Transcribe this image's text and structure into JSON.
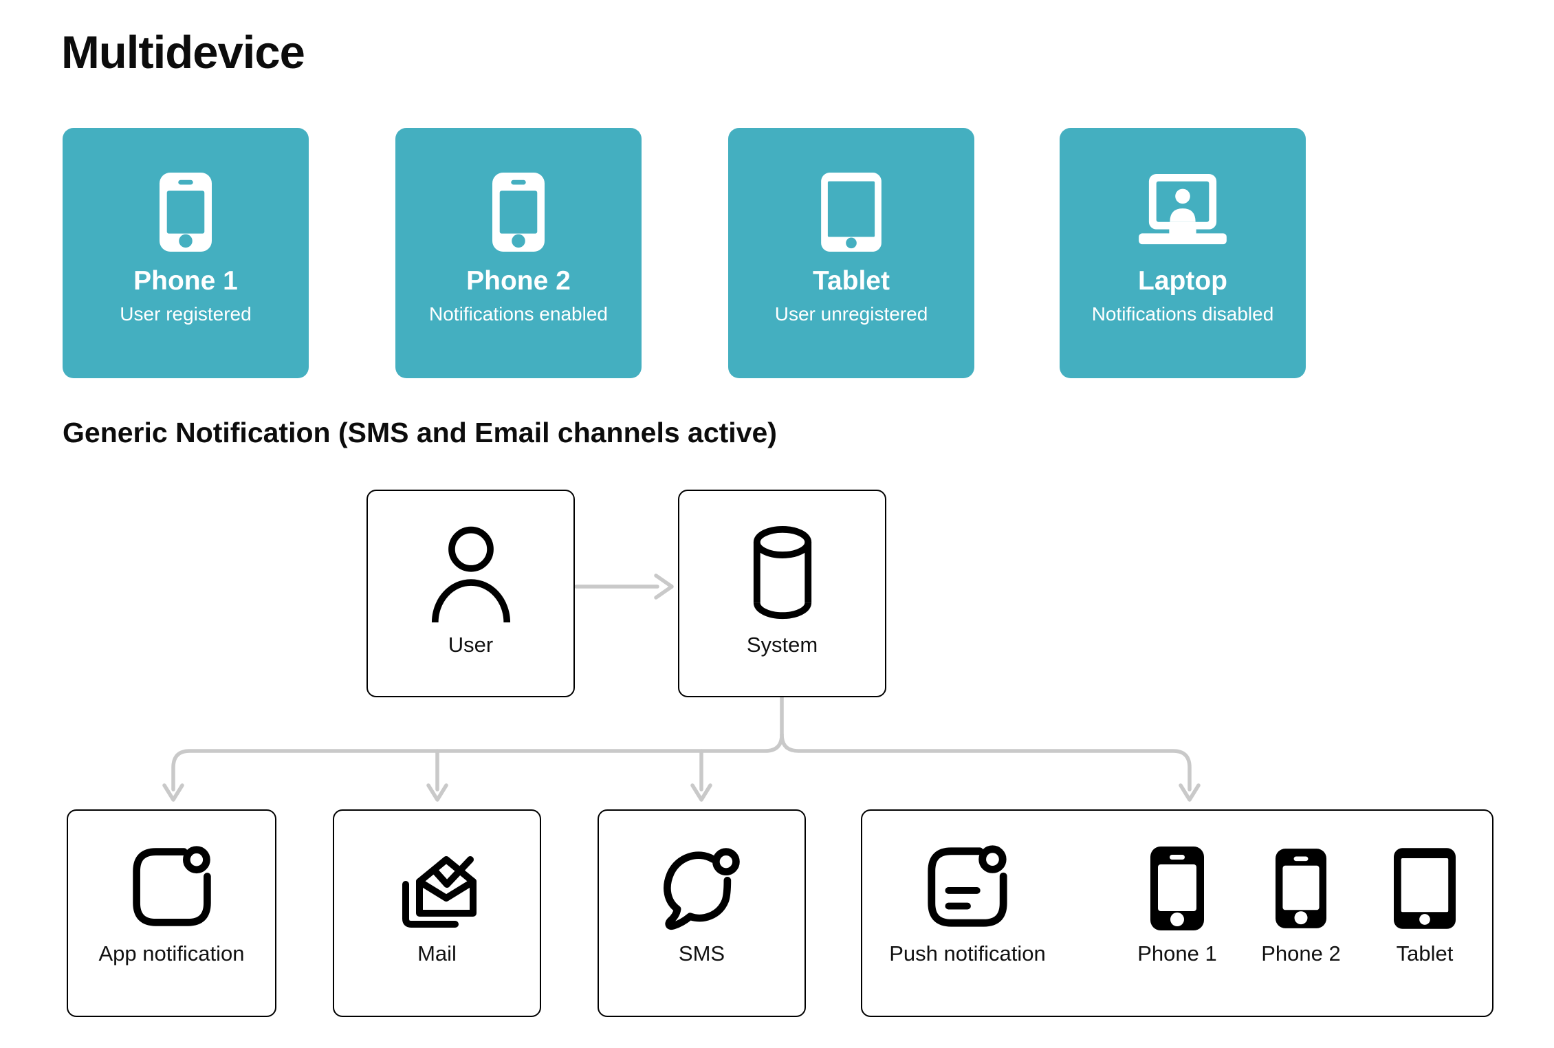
{
  "page": {
    "title": "Multidevice"
  },
  "colors": {
    "teal": "#44AFC0",
    "card_text": "#FFFFFF",
    "outline": "#000000",
    "connector": "#C9C9C9",
    "background": "#FFFFFF"
  },
  "devices": [
    {
      "label": "Phone 1",
      "status": "User registered",
      "icon": "smartphone-icon"
    },
    {
      "label": "Phone 2",
      "status": "Notifications enabled",
      "icon": "smartphone-icon"
    },
    {
      "label": "Tablet",
      "status": "User unregistered",
      "icon": "tablet-icon"
    },
    {
      "label": "Laptop",
      "status": "Notifications disabled",
      "icon": "laptop-user-icon"
    }
  ],
  "section": {
    "heading": "Generic Notification (SMS and Email channels active)"
  },
  "flow": {
    "user": {
      "label": "User",
      "icon": "person-icon"
    },
    "system": {
      "label": "System",
      "icon": "database-icon"
    },
    "channels": [
      {
        "label": "App notification",
        "icon": "app-notification-icon"
      },
      {
        "label": "Mail",
        "icon": "mail-icon"
      },
      {
        "label": "SMS",
        "icon": "sms-icon"
      },
      {
        "label": "Push notification",
        "icon": "push-notification-icon"
      }
    ],
    "push_targets": [
      {
        "label": "Phone 1",
        "icon": "smartphone-icon"
      },
      {
        "label": "Phone 2",
        "icon": "smartphone-icon"
      },
      {
        "label": "Tablet",
        "icon": "tablet-icon"
      }
    ]
  }
}
